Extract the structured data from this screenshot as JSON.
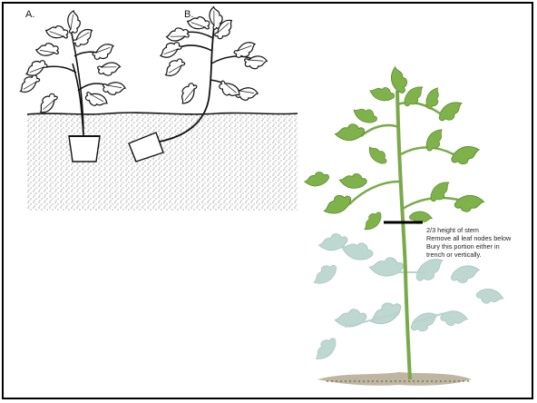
{
  "labels": {
    "a": "A.",
    "b": "B."
  },
  "annotation": {
    "lines": [
      "2/3 height of stem",
      "Remove all leaf nodes below",
      "Bury this portion either in",
      "trench or vertically."
    ]
  },
  "colors": {
    "border": "#000000",
    "soil_dots": "#3a3a3a",
    "leaf_upper": "#7fb24a",
    "leaf_lower": "#b7d3cc",
    "stem": "#7aa94a",
    "ground": "#8a7a55"
  }
}
